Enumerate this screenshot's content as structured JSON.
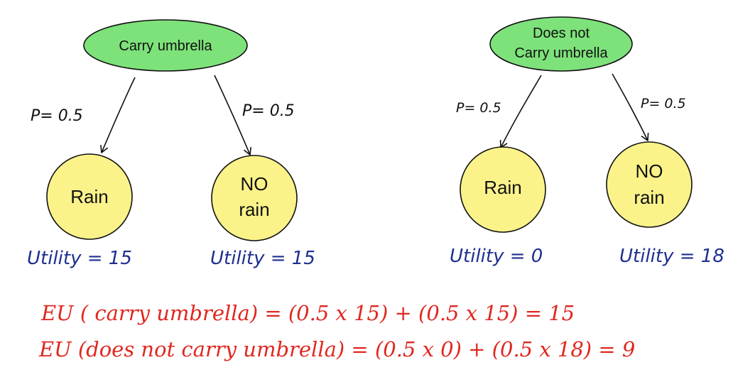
{
  "colors": {
    "decision_fill": "#7ee27a",
    "chance_fill": "#fbf38a",
    "outline": "#111111",
    "utility_text": "#1f2f8f",
    "eu_text": "#e0271f"
  },
  "left_tree": {
    "decision": {
      "line1": "Carry umbrella"
    },
    "left_prob": "P= 0.5",
    "right_prob": "P= 0.5",
    "left_outcome": {
      "line1": "Rain"
    },
    "right_outcome": {
      "line1": "NO",
      "line2": "rain"
    },
    "left_utility": "Utility = 15",
    "right_utility": "Utility = 15"
  },
  "right_tree": {
    "decision": {
      "line1": "Does not",
      "line2": "Carry umbrella"
    },
    "left_prob": "P= 0.5",
    "right_prob": "P= 0.5",
    "left_outcome": {
      "line1": "Rain"
    },
    "right_outcome": {
      "line1": "NO",
      "line2": "rain"
    },
    "left_utility": "Utility = 0",
    "right_utility": "Utility = 18"
  },
  "expected_utility": {
    "line1": "EU ( carry umbrella) = (0.5 x 15) + (0.5 x 15) =  15",
    "line2": "EU (does not carry umbrella) = (0.5 x 0) + (0.5 x 18) = 9"
  }
}
